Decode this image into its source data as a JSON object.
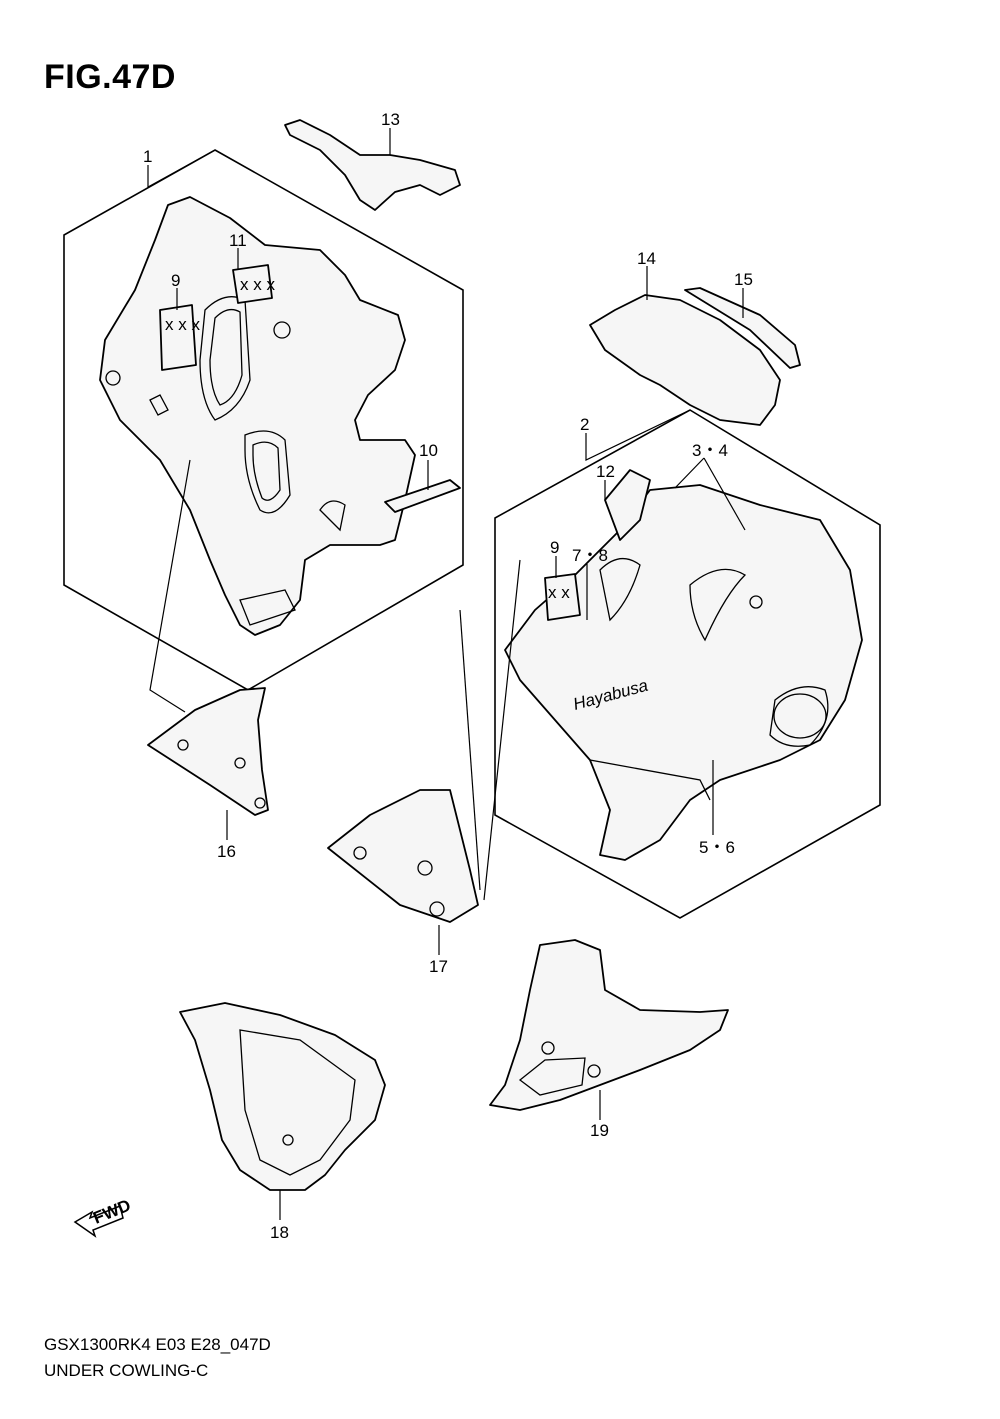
{
  "figure": {
    "title": "FIG.47D",
    "code": "GSX1300RK4 E03 E28_047D",
    "name": "UNDER COWLING-C"
  },
  "callouts": {
    "c1": "1",
    "c2": "2",
    "c34": "3・4",
    "c56": "5・6",
    "c78": "7・8",
    "c9a": "9",
    "c9b": "9",
    "c10": "10",
    "c11": "11",
    "c12": "12",
    "c13": "13",
    "c14": "14",
    "c15": "15",
    "c16": "16",
    "c17": "17",
    "c18": "18",
    "c19": "19"
  },
  "decal_text": "Hayabusa",
  "direction_arrow": "FWD",
  "icons": {
    "fwd": "fwd-arrow-icon"
  }
}
